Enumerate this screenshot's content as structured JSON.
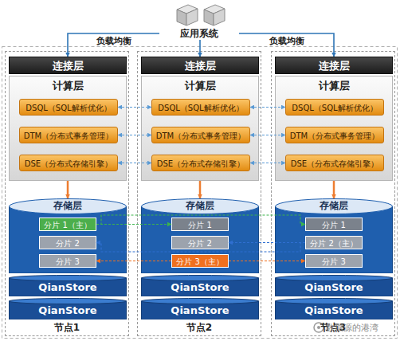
{
  "diagram": {
    "nodes": [
      {
        "text": [
          "应用系统"
        ]
      },
      {
        "text": [
          "节点1"
        ]
      },
      {
        "text": [
          "连接层"
        ],
        "in": 1
      },
      {
        "text": [
          "计算层"
        ],
        "in": 1
      },
      {
        "text": [
          "DSQL（SQL解析优化）"
        ],
        "in": 3
      },
      {
        "text": [
          "DTM（分布式事务管理）"
        ],
        "in": 3
      },
      {
        "text": [
          "DSE（分布式存储引擎）"
        ],
        "in": 3
      },
      {
        "text": [
          "存储层"
        ],
        "in": 1
      },
      {
        "text": [
          "分片 1（主）"
        ],
        "in": 7
      },
      {
        "text": [
          "分片 2"
        ],
        "in": 7
      },
      {
        "text": [
          "分片 3"
        ],
        "in": 7
      },
      {
        "text": [
          "QianStore"
        ],
        "in": 1
      },
      {
        "text": [
          "QianStore"
        ],
        "in": 1
      },
      {
        "text": [
          "节点2"
        ]
      },
      {
        "text": [
          "连接层"
        ],
        "in": 13
      },
      {
        "text": [
          "计算层"
        ],
        "in": 13
      },
      {
        "text": [
          "DSQL（SQL解析优化）"
        ],
        "in": 15
      },
      {
        "text": [
          "DTM（分布式事务管理）"
        ],
        "in": 15
      },
      {
        "text": [
          "DSE（分布式存储引擎）"
        ],
        "in": 15
      },
      {
        "text": [
          "存储层"
        ],
        "in": 13
      },
      {
        "text": [
          "分片 1"
        ],
        "in": 19
      },
      {
        "text": [
          "分片 2"
        ],
        "in": 19
      },
      {
        "text": [
          "分片 3（主）"
        ],
        "in": 19
      },
      {
        "text": [
          "QianStore"
        ],
        "in": 13
      },
      {
        "text": [
          "QianStore"
        ],
        "in": 13
      },
      {
        "text": [
          "节点3"
        ]
      },
      {
        "text": [
          "连接层"
        ],
        "in": 25
      },
      {
        "text": [
          "计算层"
        ],
        "in": 25
      },
      {
        "text": [
          "DSQL（SQL解析优化）"
        ],
        "in": 27
      },
      {
        "text": [
          "DTM（分布式事务管理）"
        ],
        "in": 27
      },
      {
        "text": [
          "DSE（分布式存储引擎）"
        ],
        "in": 27
      },
      {
        "text": [
          "存储层"
        ],
        "in": 25
      },
      {
        "text": [
          "分片 1"
        ],
        "in": 31
      },
      {
        "text": [
          "分片 2（主）"
        ],
        "in": 31
      },
      {
        "text": [
          "分片 3"
        ],
        "in": 31
      },
      {
        "text": [
          "QianStore"
        ],
        "in": 25
      },
      {
        "text": [
          "QianStore"
        ],
        "in": 25
      }
    ],
    "edges": [
      {
        "from": 0,
        "to": 2,
        "label": "负载均衡",
        "arrow": "to"
      },
      {
        "from": 0,
        "to": 14,
        "arrow": "to"
      },
      {
        "from": 0,
        "to": 26,
        "label": "负载均衡",
        "arrow": "to"
      },
      {
        "from": 3,
        "to": 7,
        "arrow": "to"
      },
      {
        "from": 15,
        "to": 19,
        "arrow": "to"
      },
      {
        "from": 27,
        "to": 31,
        "arrow": "to"
      },
      {
        "from": 4,
        "to": 16,
        "arrow": "both"
      },
      {
        "from": 16,
        "to": 28,
        "arrow": "both"
      },
      {
        "from": 5,
        "to": 17,
        "arrow": "both"
      },
      {
        "from": 17,
        "to": 29,
        "arrow": "both"
      },
      {
        "from": 6,
        "to": 18,
        "arrow": "both"
      },
      {
        "from": 18,
        "to": 30,
        "arrow": "both"
      },
      {
        "from": 8,
        "to": 20,
        "arrow": "to"
      },
      {
        "from": 8,
        "to": 32,
        "arrow": "to"
      },
      {
        "from": 33,
        "to": 21,
        "arrow": "to"
      },
      {
        "from": 33,
        "to": 9,
        "arrow": "to"
      },
      {
        "from": 22,
        "to": 10,
        "arrow": "to"
      },
      {
        "from": 22,
        "to": 34,
        "arrow": "to"
      }
    ],
    "labels": [
      "数据源的港湾"
    ]
  }
}
